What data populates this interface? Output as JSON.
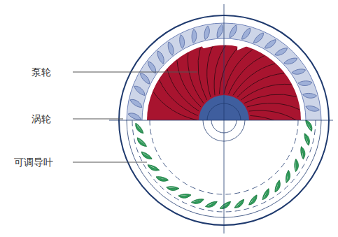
{
  "diagram": {
    "labels": [
      "泵轮",
      "涡轮",
      "可调导叶"
    ]
  }
}
